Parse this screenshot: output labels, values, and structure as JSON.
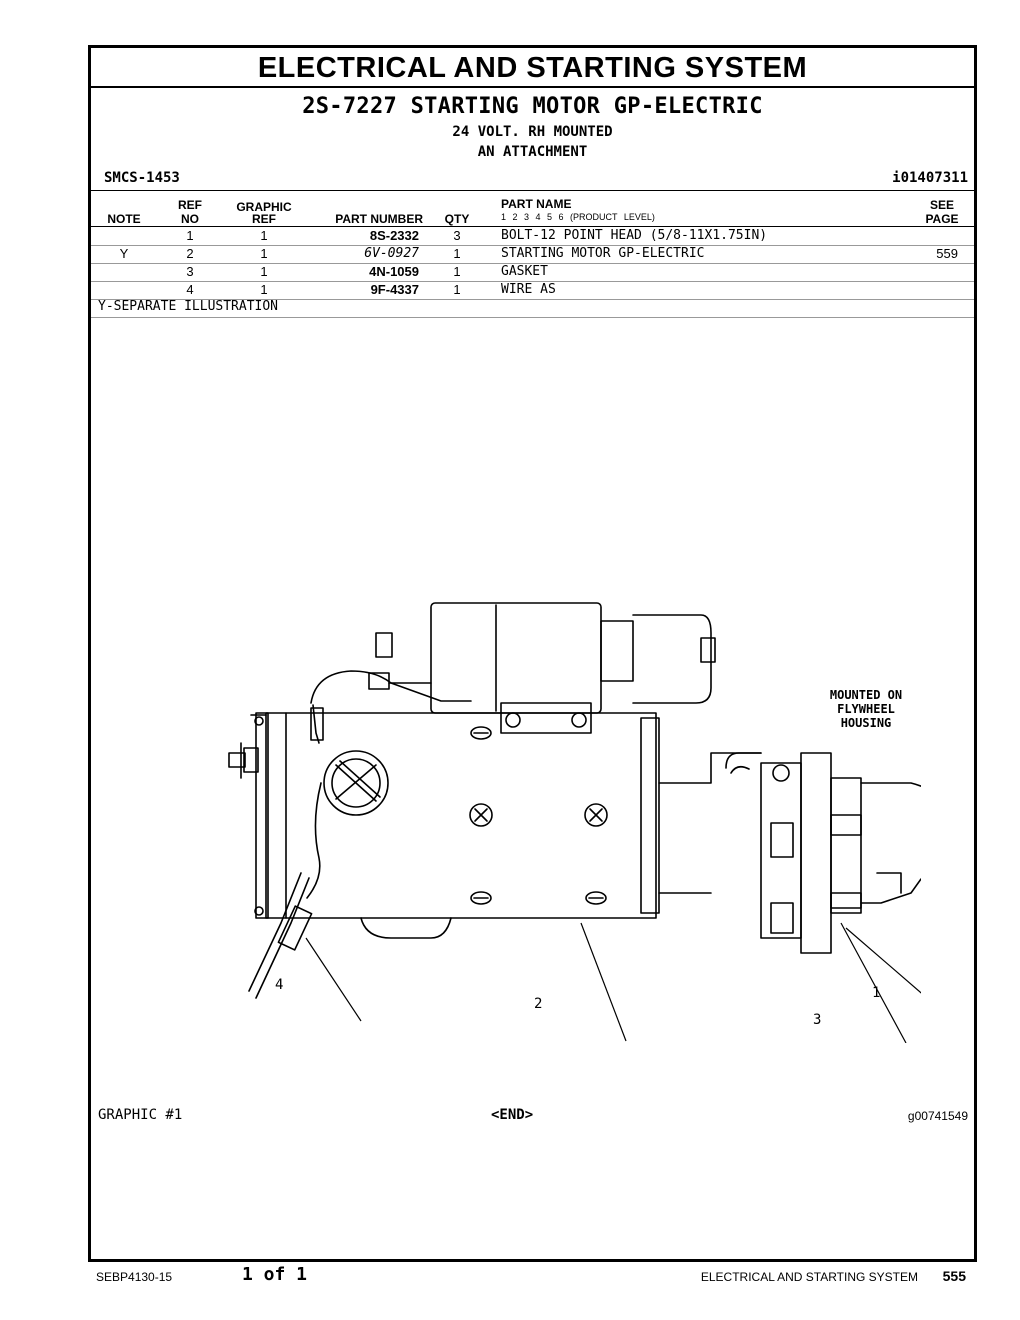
{
  "header": {
    "title": "ELECTRICAL AND STARTING SYSTEM",
    "subtitle": "2S-7227 STARTING MOTOR GP-ELECTRIC",
    "line2": "24 VOLT. RH MOUNTED",
    "line3": "AN ATTACHMENT",
    "smcs": "SMCS-1453",
    "ident": "i01407311"
  },
  "table": {
    "headers": {
      "note": "NOTE",
      "ref_top": "REF",
      "ref_bottom": "NO",
      "graphic_top": "GRAPHIC",
      "graphic_bottom": "REF",
      "part_number": "PART NUMBER",
      "qty": "QTY",
      "part_name": "PART NAME",
      "product_level": "1  2  3  4  5  6  (PRODUCT LEVEL)",
      "see_top": "SEE",
      "see_bottom": "PAGE"
    },
    "rows": [
      {
        "note": "",
        "ref": "1",
        "graphic": "1",
        "part_number": "8S-2332",
        "qty": "3",
        "name": "BOLT-12 POINT HEAD (5/8-11X1.75IN)",
        "see": ""
      },
      {
        "note": "Y",
        "ref": "2",
        "graphic": "1",
        "part_number": "6V-0927",
        "qty": "1",
        "name": "STARTING MOTOR GP-ELECTRIC",
        "see": "559"
      },
      {
        "note": "",
        "ref": "3",
        "graphic": "1",
        "part_number": "4N-1059",
        "qty": "1",
        "name": "GASKET",
        "see": ""
      },
      {
        "note": "",
        "ref": "4",
        "graphic": "1",
        "part_number": "9F-4337",
        "qty": "1",
        "name": "WIRE AS",
        "see": ""
      }
    ],
    "note_legend": "Y-SEPARATE ILLUSTRATION"
  },
  "illustration": {
    "callouts": [
      "1",
      "2",
      "3",
      "4"
    ],
    "annotation_line1": "MOUNTED ON",
    "annotation_line2": "FLYWHEEL",
    "annotation_line3": "HOUSING"
  },
  "graphic": {
    "label": "GRAPHIC #1",
    "end": "<END>",
    "id": "g00741549"
  },
  "footer": {
    "doc": "SEBP4130-15",
    "pages": "1 of 1",
    "section": "ELECTRICAL AND STARTING SYSTEM",
    "page": "555"
  }
}
